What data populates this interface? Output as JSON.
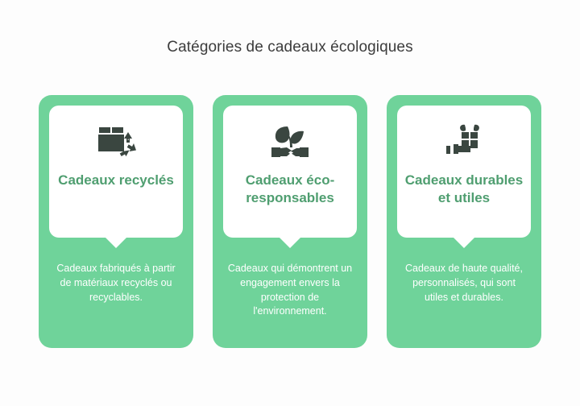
{
  "header": {
    "title": "Catégories de cadeaux écologiques"
  },
  "colors": {
    "card_green": "#6fd39a",
    "heading_green": "#4f9e70",
    "icon_dark": "#3a4640",
    "title_gray": "#3c3c3c",
    "bubble_white": "#ffffff",
    "page_background": "#fdfdfd"
  },
  "cards": [
    {
      "icon": "recycled-box-icon",
      "heading": "Cadeaux recyclés",
      "description": "Cadeaux fabriqués à partir de matériaux recyclés ou recyclables."
    },
    {
      "icon": "sprout-handshake-icon",
      "heading": "Cadeaux éco-responsables",
      "description": "Cadeaux qui démontrent un engagement envers la protection de l'environnement."
    },
    {
      "icon": "hand-holding-gift-icon",
      "heading": "Cadeaux durables et utiles",
      "description": "Cadeaux de haute qualité, personnalisés, qui sont utiles et durables."
    }
  ]
}
